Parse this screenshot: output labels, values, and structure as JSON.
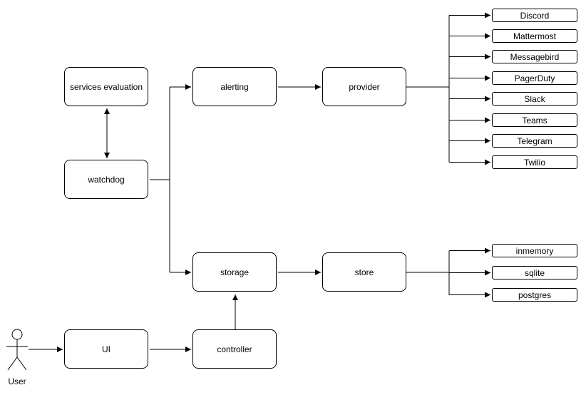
{
  "diagram": {
    "nodes": {
      "services_evaluation": "services evaluation",
      "watchdog": "watchdog",
      "alerting": "alerting",
      "provider": "provider",
      "storage": "storage",
      "store": "store",
      "ui": "UI",
      "controller": "controller"
    },
    "providers": [
      "Discord",
      "Mattermost",
      "Messagebird",
      "PagerDuty",
      "Slack",
      "Teams",
      "Telegram",
      "Twilio"
    ],
    "stores": [
      "inmemory",
      "sqlite",
      "postgres"
    ],
    "actor": {
      "label": "User"
    },
    "colors": {
      "stroke": "#000000",
      "fill": "#ffffff",
      "background": "#ffffff"
    }
  }
}
